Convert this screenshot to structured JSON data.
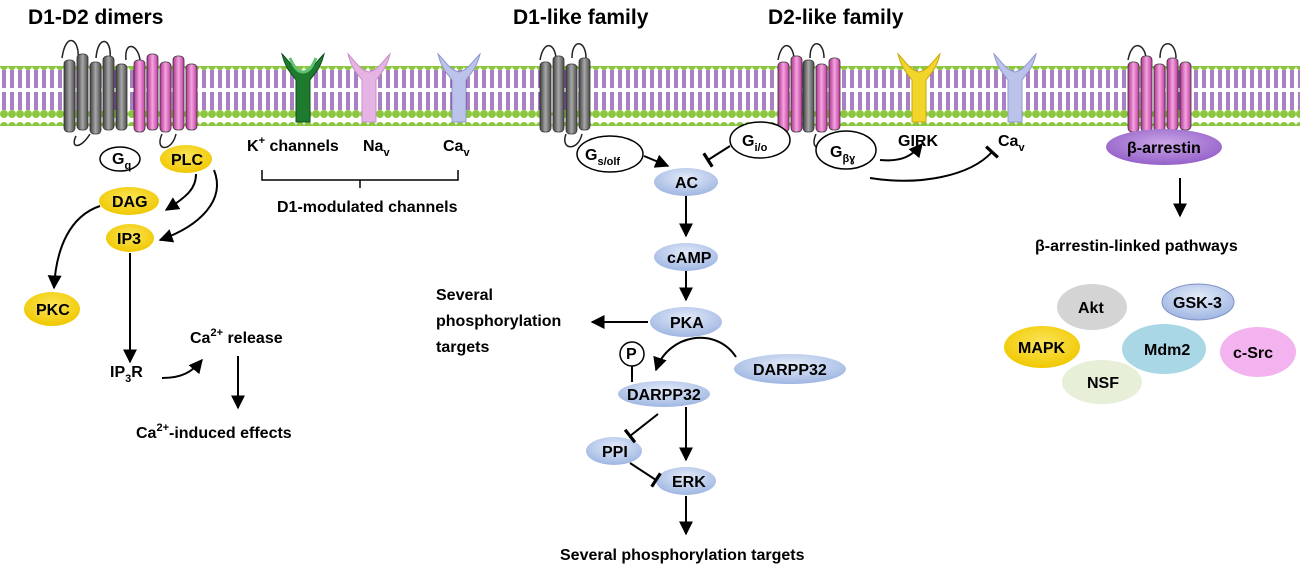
{
  "headers": {
    "d1d2": "D1-D2 dimers",
    "d1like": "D1-like family",
    "d2like": "D2-like family"
  },
  "channels": {
    "k": "K",
    "k_sup": "+",
    "k_rest": " channels",
    "na": "Na",
    "na_sub": "v",
    "ca": "Ca",
    "ca_sub": "v",
    "group": "D1-modulated channels"
  },
  "d1d2_path": {
    "gq": "G",
    "gq_sub": "q",
    "plc": "PLC",
    "dag": "DAG",
    "ip3": "IP3",
    "pkc": "PKC",
    "ip3r": "IP",
    "ip3r_sub": "3",
    "ip3r_end": "R",
    "ca_release": "Ca",
    "ca_release_sup": "2+",
    "ca_release_end": " release",
    "ca_effects": "Ca",
    "ca_effects_sup": "2+",
    "ca_effects_end": "-induced effects"
  },
  "d1_path": {
    "gs": "G",
    "gs_sub": "s/olf",
    "gi": "G",
    "gi_sub": "i/o",
    "ac": "AC",
    "camp": "cAMP",
    "pka": "PKA",
    "several1": "Several",
    "several2": "phosphorylation",
    "several3": "targets",
    "p": "P",
    "darpp32": "DARPP32",
    "darpp32_b": "DARPP32",
    "ppi": "PPI",
    "erk": "ERK",
    "bottom": "Several phosphorylation targets"
  },
  "d2_path": {
    "gby": "G",
    "gby_sub": "βɣ",
    "girk": "GIRK",
    "cav": "Ca",
    "cav_sub": "v",
    "barrestin": "β-arrestin",
    "linked": "β-arrestin-linked pathways"
  },
  "barrestin_targets": {
    "akt": "Akt",
    "gsk3": "GSK-3",
    "mapk": "MAPK",
    "mdm2": "Mdm2",
    "csrc": "c-Src",
    "nsf": "NSF"
  },
  "colors": {
    "yellow": "#f5d020",
    "blue": "#b7c9ea",
    "purple": "#a57bd2",
    "membrane_head": "#8cc63f",
    "membrane_tail": "#7b3aa5",
    "gray_receptor": "#6d6d6d",
    "pink_receptor": "#d64bb0"
  }
}
